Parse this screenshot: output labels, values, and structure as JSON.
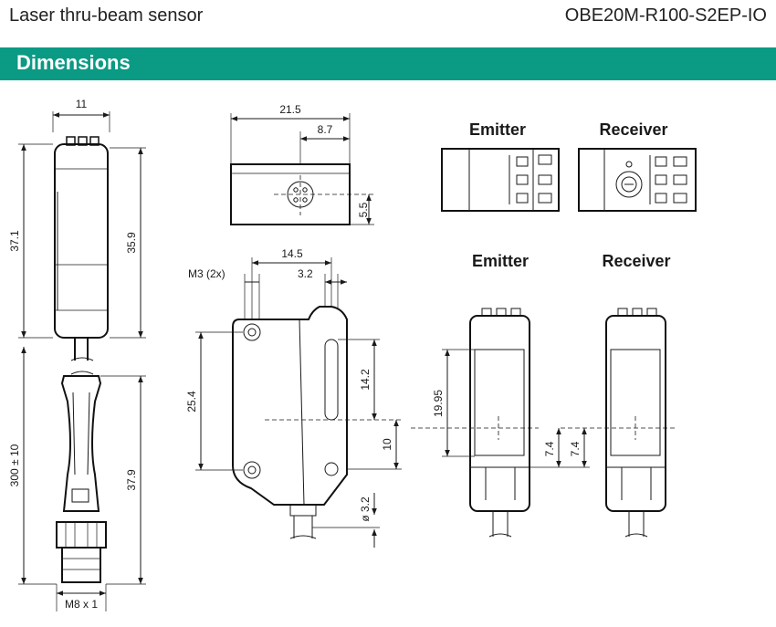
{
  "header": {
    "product": "Laser thru-beam sensor",
    "model": "OBE20M-R100-S2EP-IO",
    "section": "Dimensions"
  },
  "views": {
    "top_emitter": "Emitter",
    "top_receiver": "Receiver",
    "front_emitter": "Emitter",
    "front_receiver": "Receiver"
  },
  "dims": {
    "side_width": "11",
    "side_height_total": "37.1",
    "side_height_body": "35.9",
    "cable_length": "300 ± 10",
    "connector_length": "37.9",
    "connector_thread": "M8 x 1",
    "top_width": "21.5",
    "top_center_offset": "8.7",
    "top_center_height": "5.5",
    "front_hole_spacing": "14.5",
    "mount_screws": "M3 (2x)",
    "slot_offset": "3.2",
    "front_hole_height": "25.4",
    "slot_length": "14.2",
    "slot_bottom": "10",
    "cable_diameter": "ø 3.2",
    "optical_axis_height": "19.95",
    "emitter_axis": "7.4",
    "receiver_axis": "7.4"
  }
}
